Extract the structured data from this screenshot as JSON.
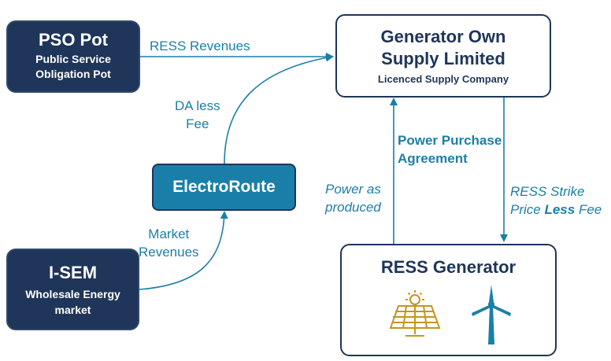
{
  "colors": {
    "navy": "#1f3559",
    "teal": "#1a7fa8",
    "gold": "#c8941f",
    "white": "#ffffff"
  },
  "nodes": {
    "pso": {
      "title": "PSO Pot",
      "sub_line1": "Public Service",
      "sub_line2": "Obligation Pot"
    },
    "supplier": {
      "title_line1": "Generator Own",
      "title_line2": "Supply Limited",
      "sub": "Licenced Supply Company"
    },
    "electroroute": {
      "title": "ElectroRoute"
    },
    "isem": {
      "title": "I-SEM",
      "sub_line1": "Wholesale Energy",
      "sub_line2": "market"
    },
    "generator": {
      "title": "RESS Generator",
      "icons": [
        "solar-panel-icon",
        "wind-turbine-icon"
      ]
    }
  },
  "links": {
    "ress_revenues": "RESS Revenues",
    "da_less_fee": {
      "line1": "DA less",
      "line2": "Fee"
    },
    "market_revenues": {
      "line1": "Market",
      "line2": "Revenues"
    },
    "ppa": {
      "line1": "Power Purchase",
      "line2": "Agreement"
    },
    "power_as_produced": {
      "line1": "Power as",
      "line2": "produced"
    },
    "ress_strike": {
      "line1": "RESS Strike",
      "line2_pre": "Price ",
      "line2_bold": "Less",
      "line2_post": " Fee"
    }
  }
}
